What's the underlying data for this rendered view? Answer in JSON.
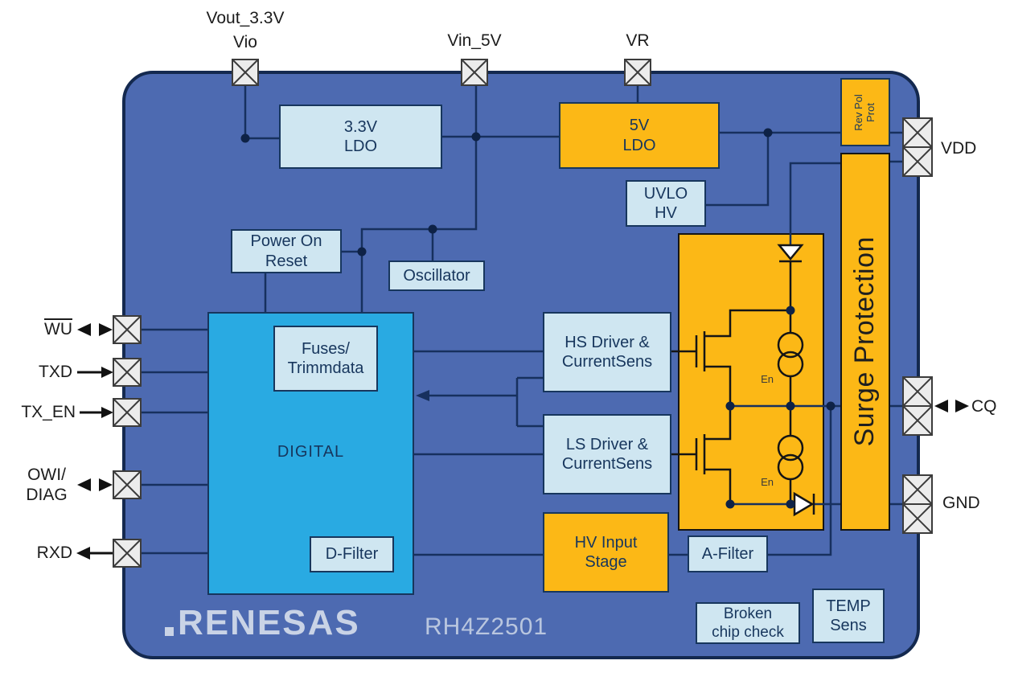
{
  "brand": {
    "logo_text": "RENESAS",
    "part_number": "RH4Z2501"
  },
  "pins": {
    "vout_label": "Vout_3.3V",
    "vio_label": "Vio",
    "vin5v_label": "Vin_5V",
    "vr_label": "VR",
    "wu_label": "WU",
    "txd_label": "TXD",
    "tx_en_label": "TX_EN",
    "owi_label": "OWI/\nDIAG",
    "rxd_label": "RXD",
    "vdd_label": "VDD",
    "cq_label": "CQ",
    "gnd_label": "GND"
  },
  "blocks": {
    "ldo_3v3": "3.3V\nLDO",
    "ldo_5v": "5V\nLDO",
    "uvlo": "UVLO\nHV",
    "rev_pol_prot": "Rev Pol\nProt",
    "surge_protection": "Surge Protection",
    "power_on_reset": "Power On\nReset",
    "oscillator": "Oscillator",
    "digital": "DIGITAL",
    "fuses": "Fuses/\nTrimmdata",
    "d_filter": "D-Filter",
    "hs_driver": "HS Driver &\nCurrentSens",
    "ls_driver": "LS Driver &\nCurrentSens",
    "hv_input": "HV Input\nStage",
    "a_filter": "A-Filter",
    "broken_chip": "Broken\nchip check",
    "temp_sens": "TEMP\nSens",
    "en_label": "En"
  },
  "colors": {
    "chip_fill": "#4d6ab1",
    "chip_outline": "#14294f",
    "block_light_blue": "#cfe6f1",
    "block_orange": "#fcb816",
    "digital_cyan": "#29aae2",
    "block_outline": "#17365d",
    "wire": "#17305e",
    "logo_gray": "#c9d3e6"
  }
}
